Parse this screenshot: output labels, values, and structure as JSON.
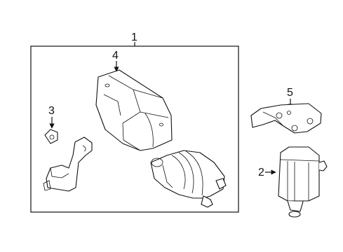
{
  "diagram": {
    "callouts": {
      "c1": "1",
      "c2": "2",
      "c3": "3",
      "c4": "4",
      "c5": "5"
    },
    "parts": {
      "p1": "assembly-frame",
      "p2": "vertical-component",
      "p3": "small-nut",
      "p4": "housing",
      "p5": "bracket"
    }
  }
}
